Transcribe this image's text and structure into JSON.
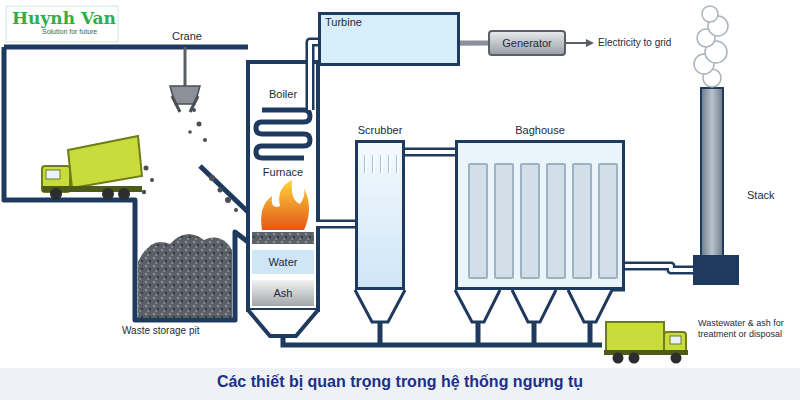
{
  "diagram": {
    "caption": "Các thiết bị quan trọng trong hệ thống ngưng tụ",
    "nodes": [
      {
        "text": [
          "Turbine"
        ]
      },
      {
        "text": [
          "Generator"
        ]
      },
      {
        "text": [
          "Boiler"
        ]
      },
      {
        "text": [
          "Furnace"
        ]
      },
      {
        "text": [
          "Water"
        ]
      },
      {
        "text": [
          "Ash"
        ]
      },
      {
        "text": [
          "Scrubber"
        ]
      },
      {
        "text": [
          "Baghouse"
        ]
      },
      {
        "text": [
          "Stack"
        ]
      }
    ],
    "edges": [
      {
        "from": 0,
        "to": 1,
        "arrow": "none"
      },
      {
        "from": 2,
        "to": 0,
        "arrow": "none"
      },
      {
        "from": 3,
        "to": 6,
        "arrow": "none"
      },
      {
        "from": 6,
        "to": 7,
        "arrow": "none"
      },
      {
        "from": 7,
        "to": 8,
        "arrow": "none"
      }
    ],
    "labels": [
      "Crane",
      "Electricity to grid",
      "Waste storage pit",
      "Wastewater & ash for treatment or disposal",
      "Huynh Van",
      "Solution for future"
    ]
  }
}
